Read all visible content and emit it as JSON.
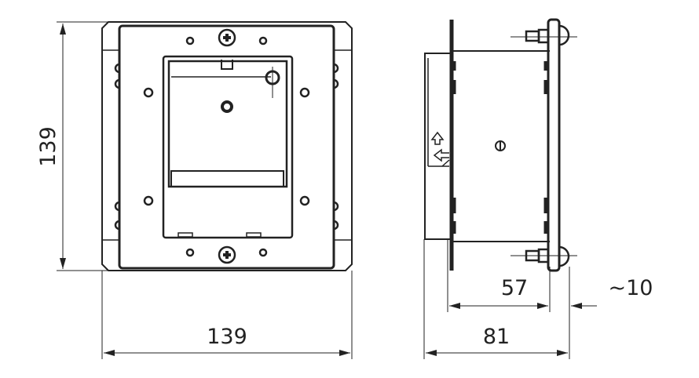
{
  "dimensions": {
    "front_height": "139",
    "front_width": "139",
    "side_body_depth": "57",
    "side_plate_offset": "~10",
    "side_total_depth": "81"
  },
  "colors": {
    "line": "#222222",
    "background": "#ffffff"
  }
}
